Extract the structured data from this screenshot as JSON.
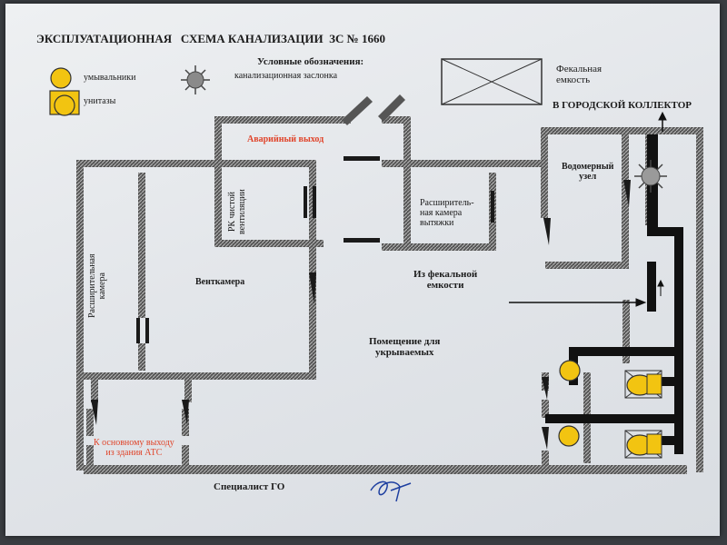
{
  "title": "ЭКСПЛУАТАЦИОННАЯ   СХЕМА КАНАЛИЗАЦИИ  ЗС № 1660",
  "legend": {
    "heading": "Условные обозначения:",
    "sinks": "умывальники",
    "toilets": "унитазы",
    "valve": "канализационная заслонка"
  },
  "labels": {
    "fecal_tank": "Фекальная\nемкость",
    "city_collector": "В ГОРОДСКОЙ КОЛЛЕКТОР",
    "emergency_exit": "Аварийный выход",
    "rk_clean_ventilation": "РК чистой\nвентиляции",
    "expansion_chamber_exhaust": "Расширитель-\nная камера\nвытяжки",
    "water_meter": "Водомерный\nузел",
    "expansion_chamber": "Расширительная\nкамера",
    "ventchamber": "Венткамера",
    "from_fecal_tank": "Из фекальной\nемкости",
    "shelter_room": "Помещение для\nукрываемых",
    "main_exit": "К основному выходу\nиз здания АТС",
    "gr_specialist": "Специалист ГО"
  },
  "colors": {
    "fixture_yellow": "#f2c411",
    "wall": "#2a2a2a",
    "pipe": "#111111",
    "accent_red": "#e0442a",
    "valve_gray": "#8a8a8a"
  }
}
